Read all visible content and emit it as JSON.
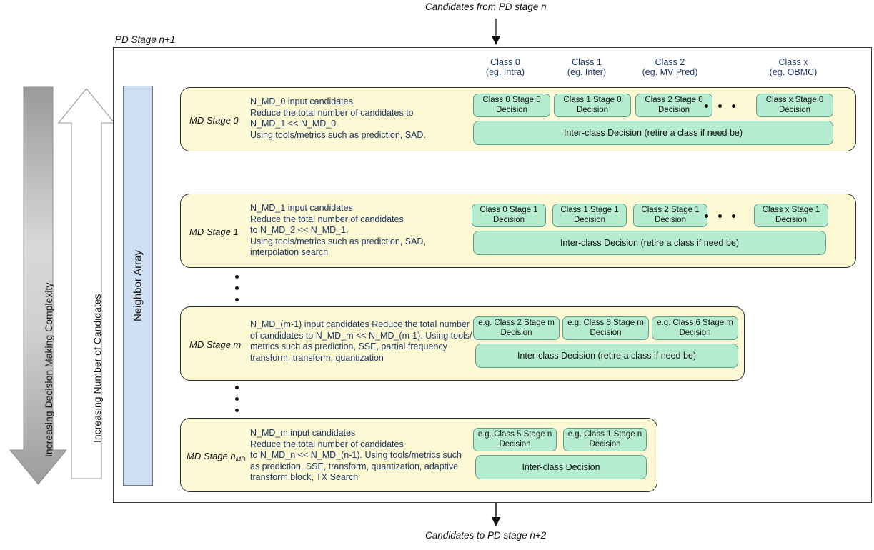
{
  "diagram": {
    "top_caption": "Candidates from PD stage n",
    "bottom_caption": "Candidates to PD stage n+2",
    "frame_label": "PD Stage n+1",
    "neighbor_array_label": "Neighbor Array",
    "left_axes": [
      {
        "name": "complexity-arrow",
        "label": "Increasing Decision Making Complexity",
        "direction": "down",
        "style": "gray-gradient"
      },
      {
        "name": "candidates-arrow",
        "label": "Increasing Number of Candidates",
        "direction": "up",
        "style": "white-outline"
      }
    ],
    "colors": {
      "stage_fill": "#fcf8d3",
      "stage_border": "#2b2b2b",
      "decision_fill": "#b5ecd0",
      "decision_border": "#5f9e8c",
      "neighbor_fill": "#cfdff3",
      "neighbor_border": "#6b7b8c",
      "header_text": "#1f3864",
      "body_text": "#1f3864"
    },
    "column_headers": [
      {
        "title": "Class 0",
        "example": "(eg. Intra)"
      },
      {
        "title": "Class 1",
        "example": "(eg. Inter)"
      },
      {
        "title": "Class 2",
        "example": "(eg. MV Pred)"
      },
      {
        "title": "Class x",
        "example": "(eg. OBMC)"
      }
    ],
    "stages": [
      {
        "name": "MD Stage 0",
        "name_sub": "",
        "description": "N_MD_0 input candidates\nReduce the total number of candidates to\nN_MD_1 << N_MD_0.\nUsing tools/metrics such as prediction, SAD.",
        "decisions": [
          "Class 0 Stage 0 Decision",
          "Class 1 Stage 0 Decision",
          "Class 2 Stage 0 Decision",
          "Class x Stage 0 Decision"
        ],
        "has_ellipsis": true,
        "interclass": "Inter-class Decision (retire a class if need be)"
      },
      {
        "name": "MD Stage 1",
        "name_sub": "",
        "description": "N_MD_1 input candidates\nReduce the total number of candidates\nto N_MD_2 << N_MD_1.\nUsing tools/metrics such as prediction, SAD,\ninterpolation search",
        "decisions": [
          "Class 0 Stage 1 Decision",
          "Class 1 Stage 1 Decision",
          "Class 2 Stage 1 Decision",
          "Class x Stage 1 Decision"
        ],
        "has_ellipsis": true,
        "interclass": "Inter-class Decision (retire a class if need be)"
      },
      {
        "name": "MD Stage m",
        "name_sub": "",
        "description": "N_MD_(m-1) input candidates Reduce the total number\nof candidates to N_MD_m << N_MD_(m-1). Using tools/\nmetrics such as prediction, SSE, partial frequency\ntransform, transform, quantization",
        "decisions": [
          "e.g. Class 2 Stage m Decision",
          "e.g. Class 5 Stage m Decision",
          "e.g. Class 6 Stage m Decision"
        ],
        "has_ellipsis": false,
        "interclass": "Inter-class Decision (retire a class if need be)"
      },
      {
        "name": "MD Stage n",
        "name_sub": "MD",
        "description": "N_MD_m input candidates\nReduce the total number of candidates\nto N_MD_n << N_MD_(n-1). Using tools/metrics such\nas prediction, SSE, transform, quantization, adaptive\ntransform block, TX Search",
        "decisions": [
          "e.g. Class 5 Stage n Decision",
          "e.g. Class 1 Stage n Decision"
        ],
        "has_ellipsis": false,
        "interclass": "Inter-class Decision"
      }
    ]
  }
}
